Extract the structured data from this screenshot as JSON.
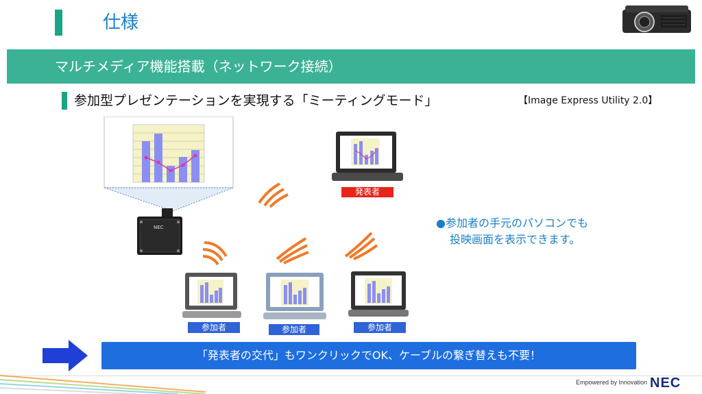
{
  "header": {
    "title": "仕様",
    "banner": "マルチメディア機能搭載（ネットワーク接続）"
  },
  "section": {
    "title": "参加型プレゼンテーションを実現する「ミーティングモード」",
    "tag": "【Image Express Utility 2.0】"
  },
  "diagram": {
    "presenter_label": "発表者",
    "participant_labels": [
      "参加者",
      "参加者",
      "参加者"
    ],
    "projector_brand": "NEC"
  },
  "note": {
    "line1": "●参加者の手元のパソコンでも",
    "line2": "投映画面を表示できます。"
  },
  "bottom_message": "「発表者の交代」もワンクリックでOK、ケーブルの繋ぎ替えも不要！",
  "footer": {
    "tagline": "Empowered by Innovation",
    "logo": "NEC"
  },
  "colors": {
    "accent_green": "#1aa683",
    "banner_green": "#3bb295",
    "title_blue": "#1a7fc9",
    "presenter_red": "#e8251a",
    "participant_blue": "#2f63d6",
    "message_blue": "#1e6ee0"
  }
}
